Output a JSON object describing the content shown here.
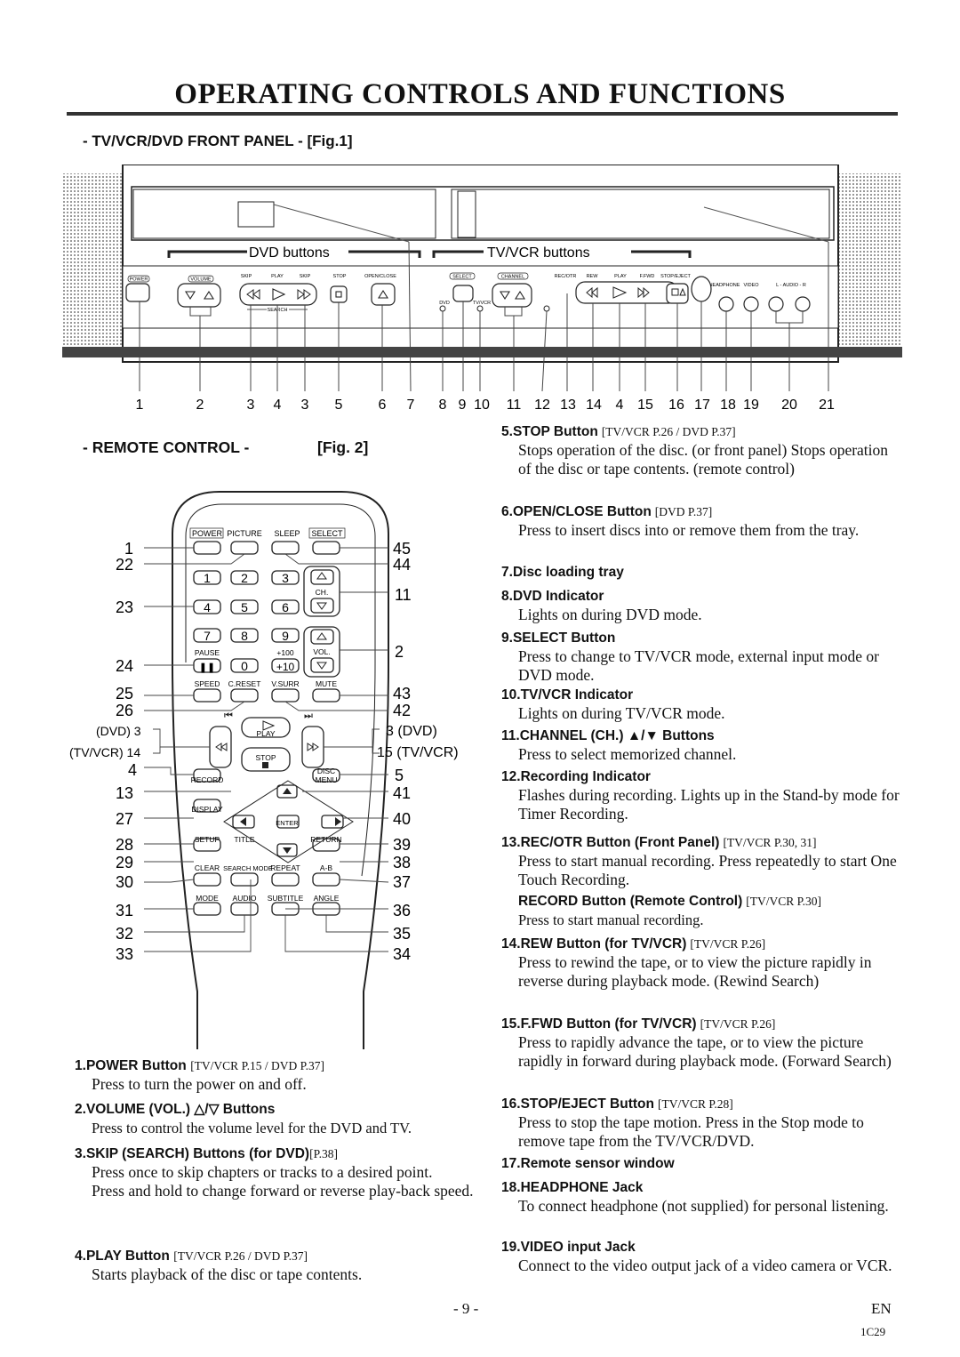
{
  "title": "OPERATING CONTROLS AND FUNCTIONS",
  "front_panel_heading": "- TV/VCR/DVD FRONT PANEL - [Fig.1]",
  "remote_heading": "- REMOTE CONTROL -",
  "remote_fig": "[Fig. 2]",
  "panel": {
    "dvd_buttons": "DVD buttons",
    "tvvcr_buttons": "TV/VCR buttons",
    "labels": [
      "POWER",
      "VOLUME",
      "SKIP",
      "PLAY",
      "SKIP",
      "STOP",
      "OPEN/CLOSE",
      "SELECT",
      "CHANNEL",
      "REC/OTR",
      "REW",
      "PLAY",
      "F.FWD",
      "STOP/EJECT",
      "HEADPHONE",
      "VIDEO",
      "L - AUDIO - R",
      "DVD",
      "TV/VCR",
      "SEARCH"
    ],
    "callouts": [
      "1",
      "2",
      "3",
      "4",
      "3",
      "5",
      "6",
      "7",
      "8",
      "9",
      "10",
      "11",
      "12",
      "13",
      "14",
      "4",
      "15",
      "16",
      "17",
      "18",
      "19",
      "20",
      "21"
    ]
  },
  "remote": {
    "left_callouts": [
      "1",
      "22",
      "23",
      "24",
      "25",
      "26",
      "(DVD) 3",
      "(TV/VCR) 14",
      "4",
      "13",
      "27",
      "28",
      "29",
      "30",
      "31",
      "32",
      "33"
    ],
    "right_callouts": [
      "45",
      "44",
      "11",
      "2",
      "43",
      "42",
      "3 (DVD)",
      "15 (TV/VCR)",
      "5",
      "41",
      "40",
      "39",
      "38",
      "37",
      "36",
      "35",
      "34"
    ],
    "top_labels": [
      "POWER",
      "PICTURE",
      "SLEEP",
      "SELECT"
    ],
    "digits": [
      "1",
      "2",
      "3",
      "4",
      "5",
      "6",
      "7",
      "8",
      "9",
      "0",
      "+10"
    ],
    "ch": "CH.",
    "vol": "VOL.",
    "pause": "PAUSE",
    "plus100": "+100",
    "row_labels": [
      "SPEED",
      "C.RESET",
      "V.SURR",
      "MUTE"
    ],
    "play": "PLAY",
    "stop": "STOP",
    "record": "RECORD",
    "disc_menu": "DISC MENU",
    "display": "DISPLAY",
    "enter": "ENTER",
    "setup_row": [
      "SETUP",
      "TITLE",
      "RETURN"
    ],
    "clear_row": [
      "CLEAR",
      "SEARCH MODE",
      "REPEAT",
      "A-B"
    ],
    "mode_row": [
      "MODE",
      "AUDIO",
      "SUBTITLE",
      "ANGLE"
    ]
  },
  "left_items": [
    {
      "num": "1.",
      "head": "POWER Button",
      "ref": "[TV/VCR P.15 / DVD P.37]",
      "desc": "Press to turn the power on and off."
    },
    {
      "num": "2.",
      "head": "VOLUME (VOL.) △/▽ Buttons",
      "ref": "",
      "desc": "Press to control the volume level for the DVD and TV."
    },
    {
      "num": "3.",
      "head": "SKIP (SEARCH) Buttons (for DVD)",
      "ref": "[P.38]",
      "desc": "Press once to skip chapters or tracks to a desired point."
    },
    {
      "num": "",
      "head": "",
      "ref": "",
      "desc": "Press and hold to change forward or reverse play-back speed."
    },
    {
      "num": "4.",
      "head": "PLAY Button",
      "ref": "[TV/VCR P.26 / DVD P.37]",
      "desc": "Starts playback of the disc or tape contents."
    }
  ],
  "right_items": [
    {
      "num": "5.",
      "head": "STOP Button",
      "ref": "[TV/VCR P.26 / DVD P.37]",
      "desc": "Stops operation of the disc. (or front panel) Stops operation of the disc or tape contents. (remote control)"
    },
    {
      "num": "6.",
      "head": "OPEN/CLOSE Button",
      "ref": "[DVD P.37]",
      "desc": "Press to insert discs into or remove them from the tray."
    },
    {
      "num": "7.",
      "head": "Disc loading tray",
      "ref": "",
      "desc": ""
    },
    {
      "num": "8.",
      "head": "DVD Indicator",
      "ref": "",
      "desc": "Lights on during DVD mode."
    },
    {
      "num": "9.",
      "head": "SELECT Button",
      "ref": "",
      "desc": "Press to change to TV/VCR mode, external input mode or DVD mode."
    },
    {
      "num": "10.",
      "head": "TV/VCR Indicator",
      "ref": "",
      "desc": "Lights on during TV/VCR mode."
    },
    {
      "num": "11.",
      "head": "CHANNEL (CH.) ▲/▼ Buttons",
      "ref": "",
      "desc": "Press to select memorized channel."
    },
    {
      "num": "12.",
      "head": "Recording Indicator",
      "ref": "",
      "desc": "Flashes during recording. Lights up in the Stand-by mode for Timer Recording."
    },
    {
      "num": "13.",
      "head": "REC/OTR Button (Front Panel)",
      "ref": "[TV/VCR P.30, 31]",
      "desc": "Press to start manual recording. Press repeatedly to start One Touch Recording."
    },
    {
      "num": "",
      "head": "RECORD Button (Remote Control)",
      "ref": "[TV/VCR P.30]",
      "desc": "Press to start manual recording."
    },
    {
      "num": "14.",
      "head": "REW Button (for TV/VCR)",
      "ref": "[TV/VCR P.26]",
      "desc": "Press to rewind the tape, or to view the picture rapidly in reverse during playback mode. (Rewind Search)"
    },
    {
      "num": "15.",
      "head": "F.FWD Button (for TV/VCR)",
      "ref": "[TV/VCR P.26]",
      "desc": "Press to rapidly advance the tape, or to view the picture rapidly in forward during playback mode. (Forward Search)"
    },
    {
      "num": "16.",
      "head": "STOP/EJECT Button",
      "ref": "[TV/VCR P.28]",
      "desc": "Press to stop the tape motion. Press in the Stop mode to remove tape from the TV/VCR/DVD."
    },
    {
      "num": "17.",
      "head": "Remote sensor window",
      "ref": "",
      "desc": ""
    },
    {
      "num": "18.",
      "head": "HEADPHONE Jack",
      "ref": "",
      "desc": "To connect headphone (not supplied) for personal listening."
    },
    {
      "num": "19.",
      "head": "VIDEO input Jack",
      "ref": "",
      "desc": "Connect to the video output jack of a video camera or VCR."
    }
  ],
  "footer": {
    "page": "- 9 -",
    "lang": "EN",
    "code": "1C29"
  }
}
